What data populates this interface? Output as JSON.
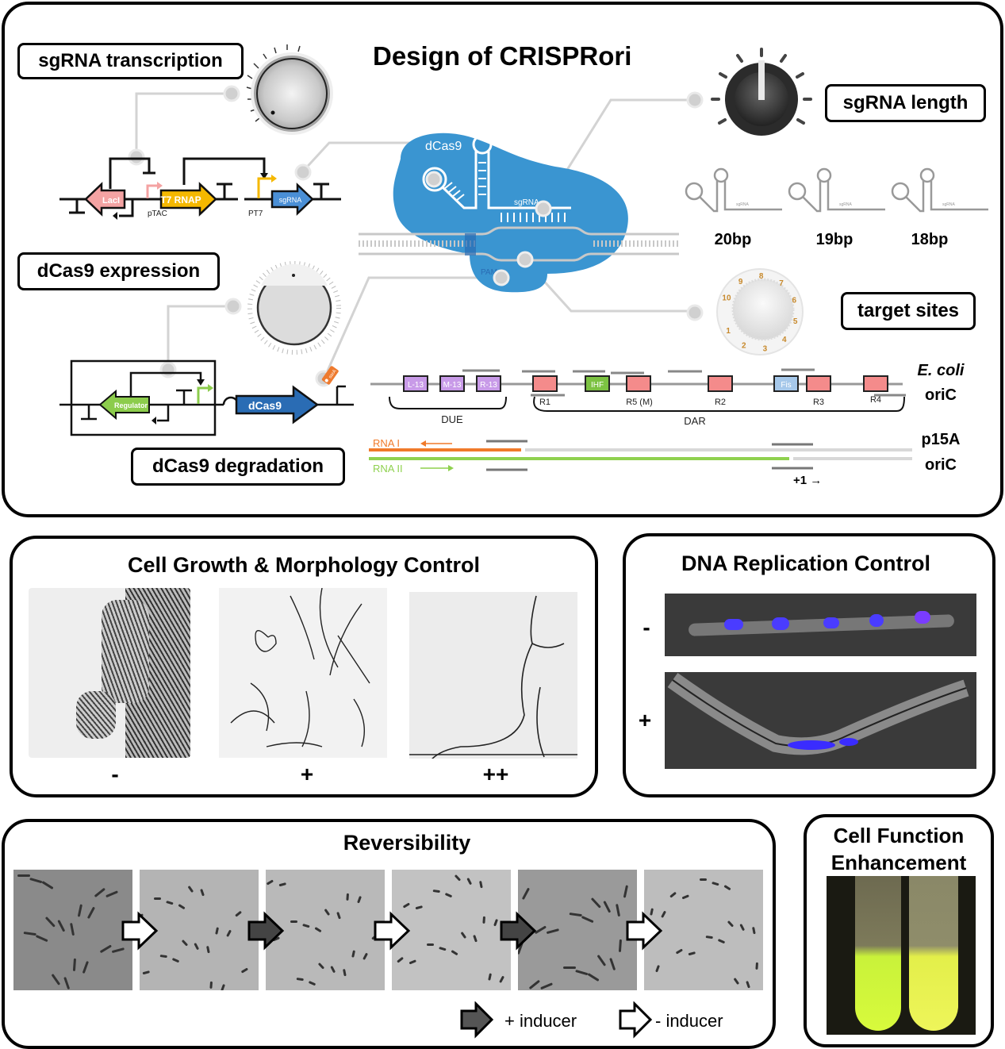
{
  "design": {
    "title": "Design of CRISPRori",
    "labels": {
      "sgrna_transcription": "sgRNA transcription",
      "dcas9_expression": "dCas9 expression",
      "dcas9_degradation": "dCas9 degradation",
      "sgrna_length": "sgRNA length",
      "target_sites": "target sites"
    },
    "circuit1": {
      "laci": "LacI",
      "t7rnap": "T7 RNAP",
      "sgrna": "sgRNA",
      "ptac": "pTAC",
      "pt7": "PT7"
    },
    "circuit2": {
      "regulator": "Regulator",
      "dcas9": "dCas9",
      "tag": "ssrA"
    },
    "complex": {
      "protein": "dCas9",
      "rna": "sgRNA",
      "pam": "PAM"
    },
    "lengths": [
      "20bp",
      "19bp",
      "18bp"
    ],
    "sgrna_icon_label": "sgRNA",
    "dial_numbers": [
      "1",
      "2",
      "3",
      "4",
      "5",
      "6",
      "7",
      "8",
      "9",
      "10"
    ],
    "ecoli": {
      "name_italic": "E. coli",
      "name": "oriC",
      "boxes": [
        "L-13",
        "M-13",
        "R-13",
        "IHF",
        "Fis"
      ],
      "sites": [
        "R1",
        "R5 (M)",
        "R2",
        "R3",
        "R4"
      ],
      "regions": [
        "DUE",
        "DAR"
      ]
    },
    "p15a": {
      "name_top": "p15A",
      "name_bottom": "oriC",
      "rna1": "RNA I",
      "rna2": "RNA II",
      "start": "+1 →"
    },
    "colors": {
      "blue": "#3a95d1",
      "laci": "#f4a3a3",
      "t7": "#f5b800",
      "sgrna": "#4a8fd6",
      "regulator": "#8ccc4c",
      "dcas9": "#2a6cb4",
      "tag": "#ee7a2e",
      "rna1": "#f07a2a",
      "rna2": "#8fd14f",
      "purple": "#c89ae8",
      "red": "#f48b8b",
      "green": "#7cc242",
      "fis": "#a6c8ea"
    }
  },
  "growth": {
    "title": "Cell Growth & Morphology Control",
    "conditions": [
      "-",
      "+",
      "++"
    ]
  },
  "replication": {
    "title": "DNA Replication Control",
    "conditions": [
      "-",
      "+"
    ]
  },
  "reversibility": {
    "title": "Reversibility",
    "legend_plus": "+ inducer",
    "legend_minus": "- inducer"
  },
  "enhancement": {
    "title_line1": "Cell Function",
    "title_line2": "Enhancement"
  }
}
